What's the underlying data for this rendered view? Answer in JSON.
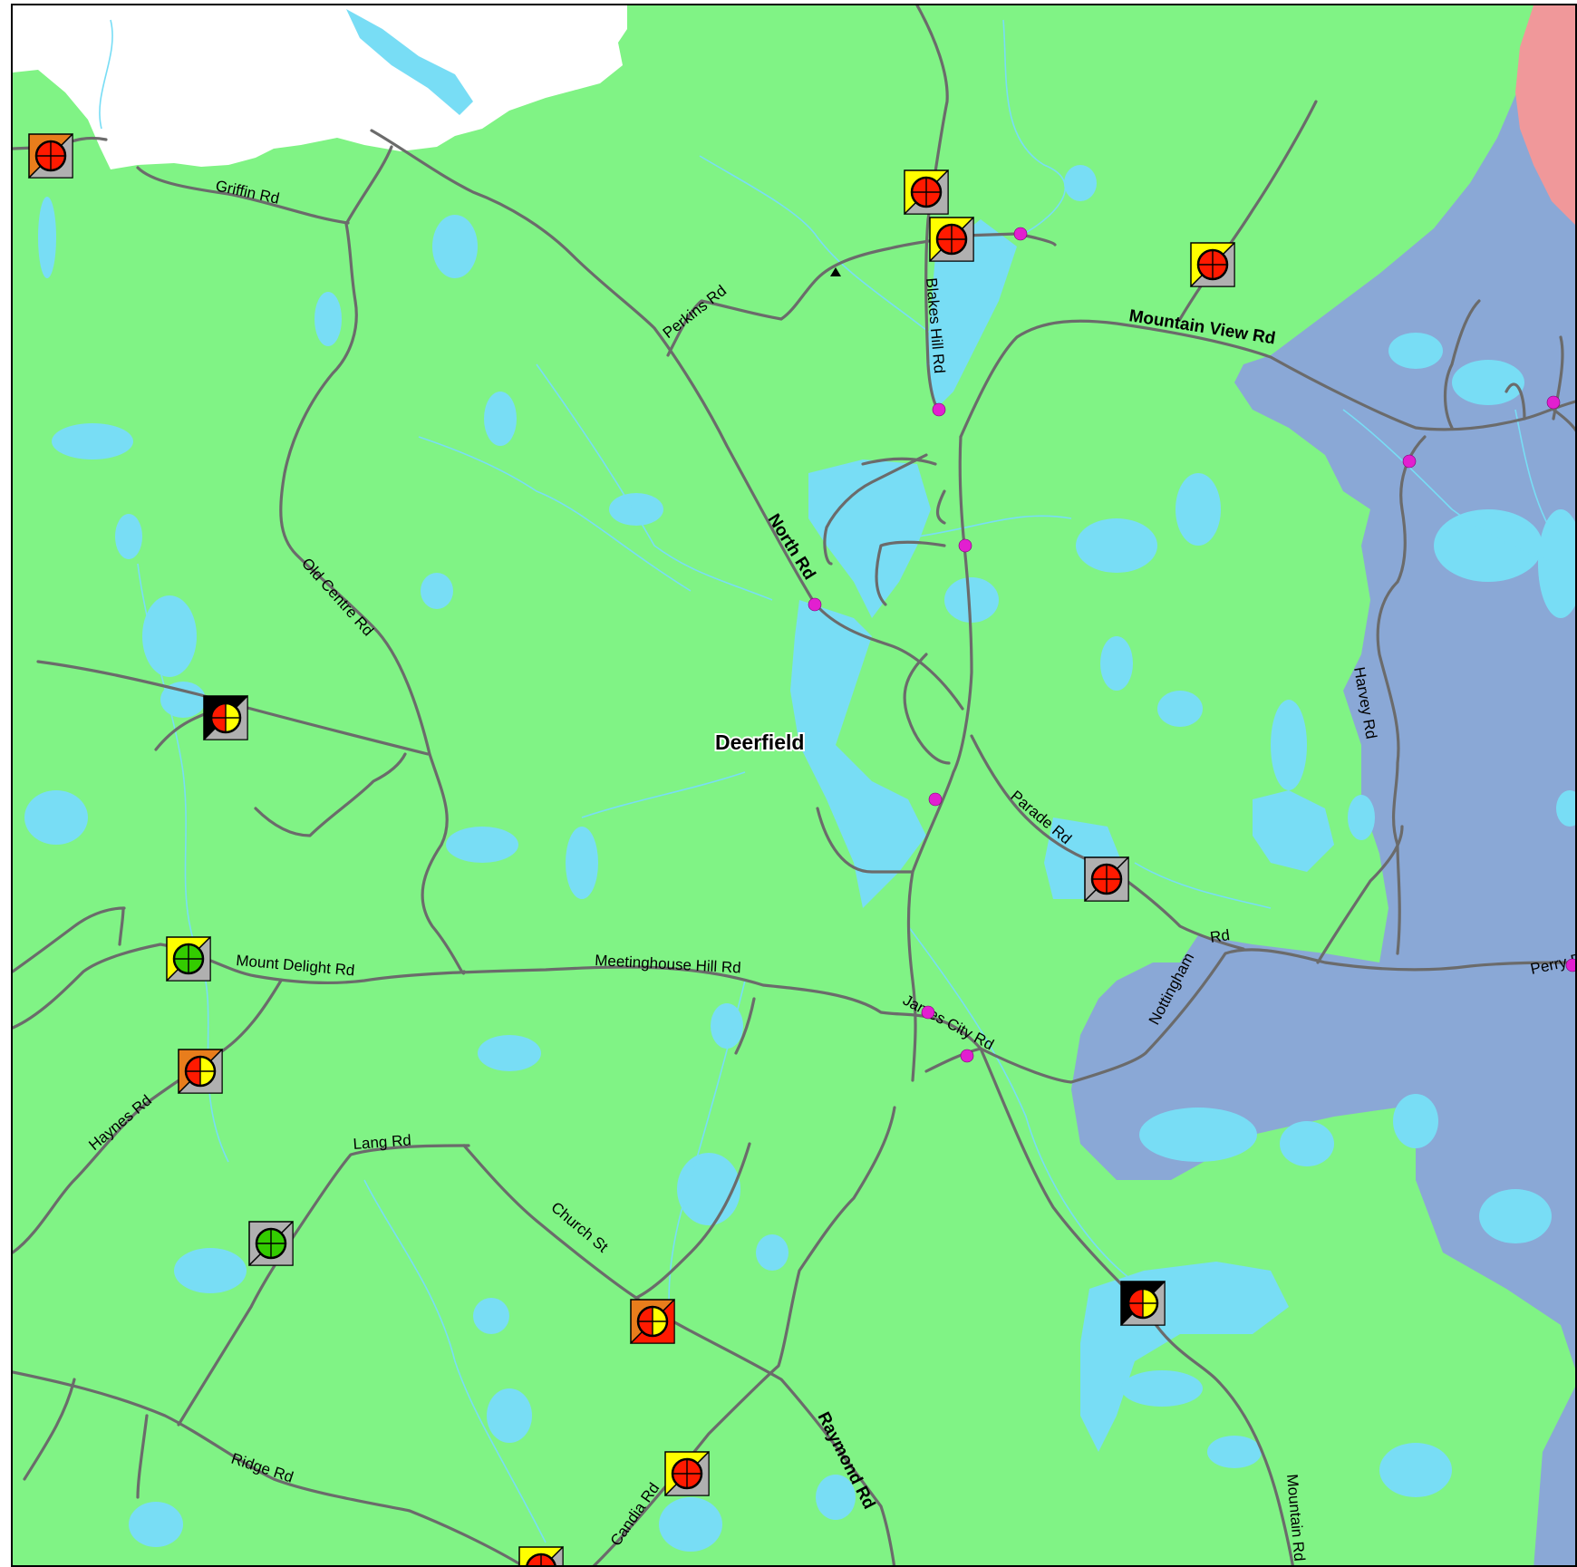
{
  "place_label": "Deerfield",
  "colors": {
    "land": "#80f385",
    "water": "#78ddf5",
    "zone_blue": "#8aa8d6",
    "zone_pink": "#f0989a",
    "road": "#6b6b6b",
    "node": "#e21fd0",
    "marker_orange": "#e87d1c",
    "marker_yellow": "#ffff00",
    "marker_black": "#000000",
    "marker_gray": "#b0b0b0",
    "dot_red": "#ff1a00",
    "dot_green": "#33cc00"
  },
  "roads": [
    {
      "key": "griffin",
      "label": "Griffin Rd"
    },
    {
      "key": "perkins",
      "label": "Perkins Rd"
    },
    {
      "key": "blakes_hill",
      "label": "Blakes Hill Rd"
    },
    {
      "key": "mountain_view",
      "label": "Mountain View Rd"
    },
    {
      "key": "north",
      "label": "North Rd"
    },
    {
      "key": "old_centre",
      "label": "Old Centre Rd"
    },
    {
      "key": "harvey",
      "label": "Harvey Rd"
    },
    {
      "key": "parade",
      "label": "Parade Rd"
    },
    {
      "key": "mount_delight",
      "label": "Mount Delight Rd"
    },
    {
      "key": "meetinghouse_hill",
      "label": "Meetinghouse Hill Rd"
    },
    {
      "key": "james_city",
      "label": "James City Rd"
    },
    {
      "key": "nottingham",
      "label": "Nottingham"
    },
    {
      "key": "nottingham_rd",
      "label": "Rd"
    },
    {
      "key": "perry",
      "label": "Perry R"
    },
    {
      "key": "haynes",
      "label": "Haynes Rd"
    },
    {
      "key": "lang",
      "label": "Lang Rd"
    },
    {
      "key": "church",
      "label": "Church St"
    },
    {
      "key": "ridge",
      "label": "Ridge Rd"
    },
    {
      "key": "candia",
      "label": "Candia Rd"
    },
    {
      "key": "raymond",
      "label": "Raymond Rd"
    },
    {
      "key": "mountain",
      "label": "Mountain Rd"
    }
  ],
  "markers": [
    {
      "name": "marker-griffin-west",
      "bg": "orange",
      "dot": "red-red"
    },
    {
      "name": "marker-blakes-hill-north",
      "bg": "yellow",
      "dot": "red-red"
    },
    {
      "name": "marker-blakes-hill-south",
      "bg": "yellow",
      "dot": "red-red"
    },
    {
      "name": "marker-mountain-view",
      "bg": "yellow",
      "dot": "red-red"
    },
    {
      "name": "marker-west-road",
      "bg": "black",
      "dot": "red-yellow"
    },
    {
      "name": "marker-parade-rd",
      "bg": "gray",
      "dot": "red-red"
    },
    {
      "name": "marker-mount-delight",
      "bg": "yellow",
      "dot": "green-green"
    },
    {
      "name": "marker-haynes-rd",
      "bg": "orange",
      "dot": "red-yellow"
    },
    {
      "name": "marker-lang-rd",
      "bg": "gray",
      "dot": "green-green"
    },
    {
      "name": "marker-church-st",
      "bg": "orange-red",
      "dot": "red-yellow"
    },
    {
      "name": "marker-mountain-rd",
      "bg": "black",
      "dot": "red-yellow"
    },
    {
      "name": "marker-candia-rd",
      "bg": "yellow",
      "dot": "red-red"
    },
    {
      "name": "marker-bottom-edge",
      "bg": "yellow",
      "dot": "red-red"
    }
  ]
}
